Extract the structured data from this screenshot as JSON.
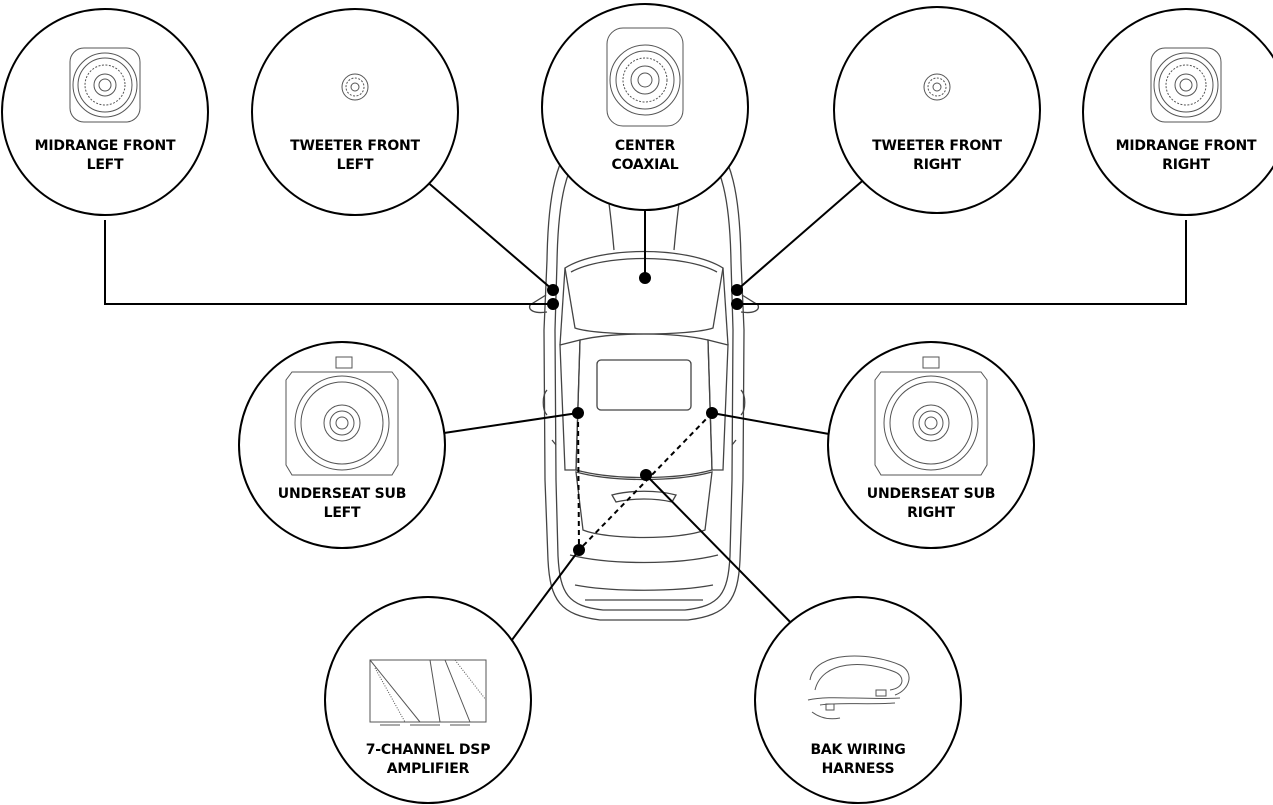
{
  "components": [
    {
      "id": "midrange-front-left",
      "line1": "MIDRANGE FRONT",
      "line2": "LEFT",
      "icon": "midrange-speaker-icon"
    },
    {
      "id": "tweeter-front-left",
      "line1": "TWEETER FRONT",
      "line2": "LEFT",
      "icon": "tweeter-icon"
    },
    {
      "id": "center-coaxial",
      "line1": "CENTER",
      "line2": "COAXIAL",
      "icon": "coaxial-speaker-icon"
    },
    {
      "id": "tweeter-front-right",
      "line1": "TWEETER FRONT",
      "line2": "RIGHT",
      "icon": "tweeter-icon"
    },
    {
      "id": "midrange-front-right",
      "line1": "MIDRANGE FRONT",
      "line2": "RIGHT",
      "icon": "midrange-speaker-icon"
    },
    {
      "id": "underseat-sub-left",
      "line1": "UNDERSEAT SUB",
      "line2": "LEFT",
      "icon": "subwoofer-icon"
    },
    {
      "id": "underseat-sub-right",
      "line1": "UNDERSEAT SUB",
      "line2": "RIGHT",
      "icon": "subwoofer-icon"
    },
    {
      "id": "dsp-amplifier",
      "line1": "7-CHANNEL DSP",
      "line2": "AMPLIFIER",
      "icon": "amplifier-icon"
    },
    {
      "id": "wiring-harness",
      "line1": "BAK WIRING",
      "line2": "HARNESS",
      "icon": "wiring-harness-icon"
    }
  ],
  "colors": {
    "line": "#000000",
    "car_outline": "#444444",
    "background": "#ffffff"
  }
}
